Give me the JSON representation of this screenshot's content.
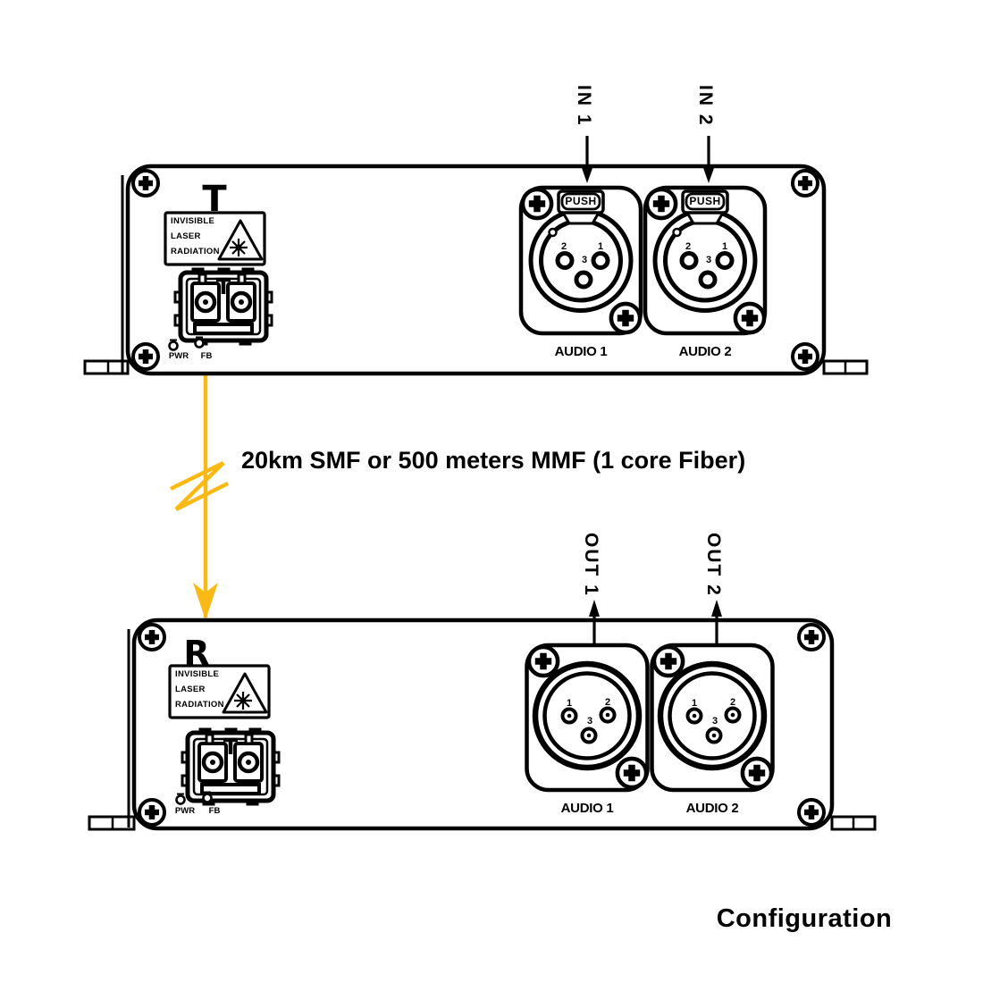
{
  "colors": {
    "ink": "#000000",
    "fiber_yellow": "#FBB915",
    "background": "#FFFFFF"
  },
  "caption": "Configuration",
  "fiber_link": {
    "label": "20km SMF or 500 meters MMF (1 core Fiber)"
  },
  "transmitter": {
    "unit_label": "T",
    "laser_warning": {
      "line1": "INVISIBLE",
      "line2": "LASER",
      "line3": "RADIATION"
    },
    "led_power": "PWR",
    "led_fiber": "FB",
    "port1": {
      "direction": "IN 1",
      "latch": "PUSH",
      "pin_left": "2",
      "pin_right": "1",
      "pin_bottom": "3",
      "label": "AUDIO 1"
    },
    "port2": {
      "direction": "IN 2",
      "latch": "PUSH",
      "pin_left": "2",
      "pin_right": "1",
      "pin_bottom": "3",
      "label": "AUDIO 2"
    }
  },
  "receiver": {
    "unit_label": "R",
    "laser_warning": {
      "line1": "INVISIBLE",
      "line2": "LASER",
      "line3": "RADIATION"
    },
    "led_power": "PWR",
    "led_fiber": "FB",
    "port1": {
      "direction": "OUT 1",
      "pin_left": "1",
      "pin_right": "2",
      "pin_bottom": "3",
      "label": "AUDIO 1"
    },
    "port2": {
      "direction": "OUT 2",
      "pin_left": "1",
      "pin_right": "2",
      "pin_bottom": "3",
      "label": "AUDIO 2"
    }
  },
  "icons": {
    "screw": "phillips-screw-icon",
    "laser_warning": "laser-warning-triangle-icon",
    "fiber_port": "lc-duplex-fiber-port-icon",
    "xlr_female": "xlr-female-connector-icon",
    "xlr_male": "xlr-male-connector-icon",
    "fiber_break": "fiber-break-icon",
    "fiber_arrow": "fiber-direction-arrow-icon",
    "in_arrow": "input-arrow-icon",
    "out_arrow": "output-arrow-icon"
  }
}
